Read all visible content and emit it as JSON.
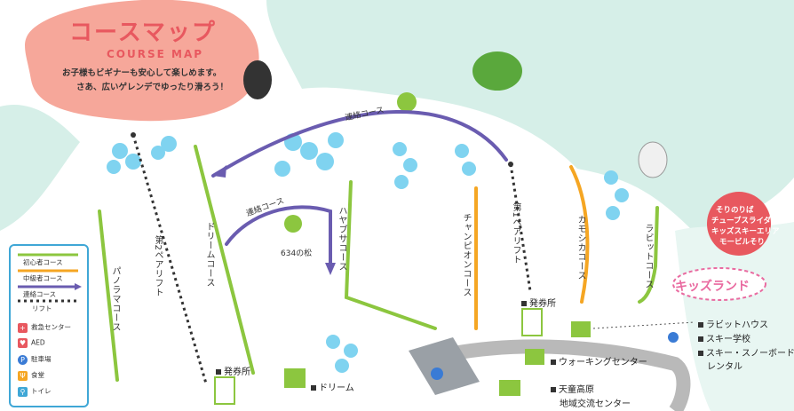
{
  "title": {
    "jp": "コースマップ",
    "en": "COURSE MAP"
  },
  "intro": {
    "line1": "お子様もビギナーも安心して楽しめます。",
    "line2": "さあ、広いゲレンデでゆったり滑ろう！"
  },
  "courses": {
    "panorama": "パノラマコース",
    "dream": "ドリームコース",
    "hayabusa": "ハヤブサコース",
    "champion": "チャンピオンコース",
    "kamoshika": "カモシカコース",
    "rabbit": "ラビットコース"
  },
  "lifts": {
    "lift2": "第2ペアリフト",
    "lift1": "第1ペアリフト"
  },
  "connectors": {
    "upper": "連絡コース",
    "lower": "連絡コース"
  },
  "landmark_pine": "634の松",
  "facilities": {
    "ticket_left": "発券所",
    "ticket_right": "発券所",
    "dream": "ドリーム",
    "walking_center": "ウォーキングセンター",
    "tendo": "天童高原",
    "tendo_sub": "地域交流センター",
    "rabbit_house": "ラビットハウス",
    "ski_school": "スキー学校",
    "rental": "スキー・スノーボード",
    "rental_sub": "レンタル"
  },
  "promo": {
    "line1": "そりのりば",
    "line2": "チューブスライダー",
    "line3": "キッズスキーエリア",
    "line4": "モービルそり"
  },
  "kids_land": "キッズランド",
  "parking_letter": "P",
  "legend": {
    "beginner": "初心者コース",
    "intermediate": "中級者コース",
    "connector": "連絡コース",
    "lift": "リフト",
    "first_aid": "救急センター",
    "aed": "AED",
    "parking": "駐車場",
    "dining": "食堂",
    "toilet": "トイレ"
  },
  "colors": {
    "beginner": "#8cc63f",
    "intermediate": "#f5a623",
    "connector": "#6a5cb0",
    "lift": "#333333",
    "title": "#e8585f",
    "legend_border": "#3fa7d6",
    "snow_bg": "#d6efe8"
  }
}
